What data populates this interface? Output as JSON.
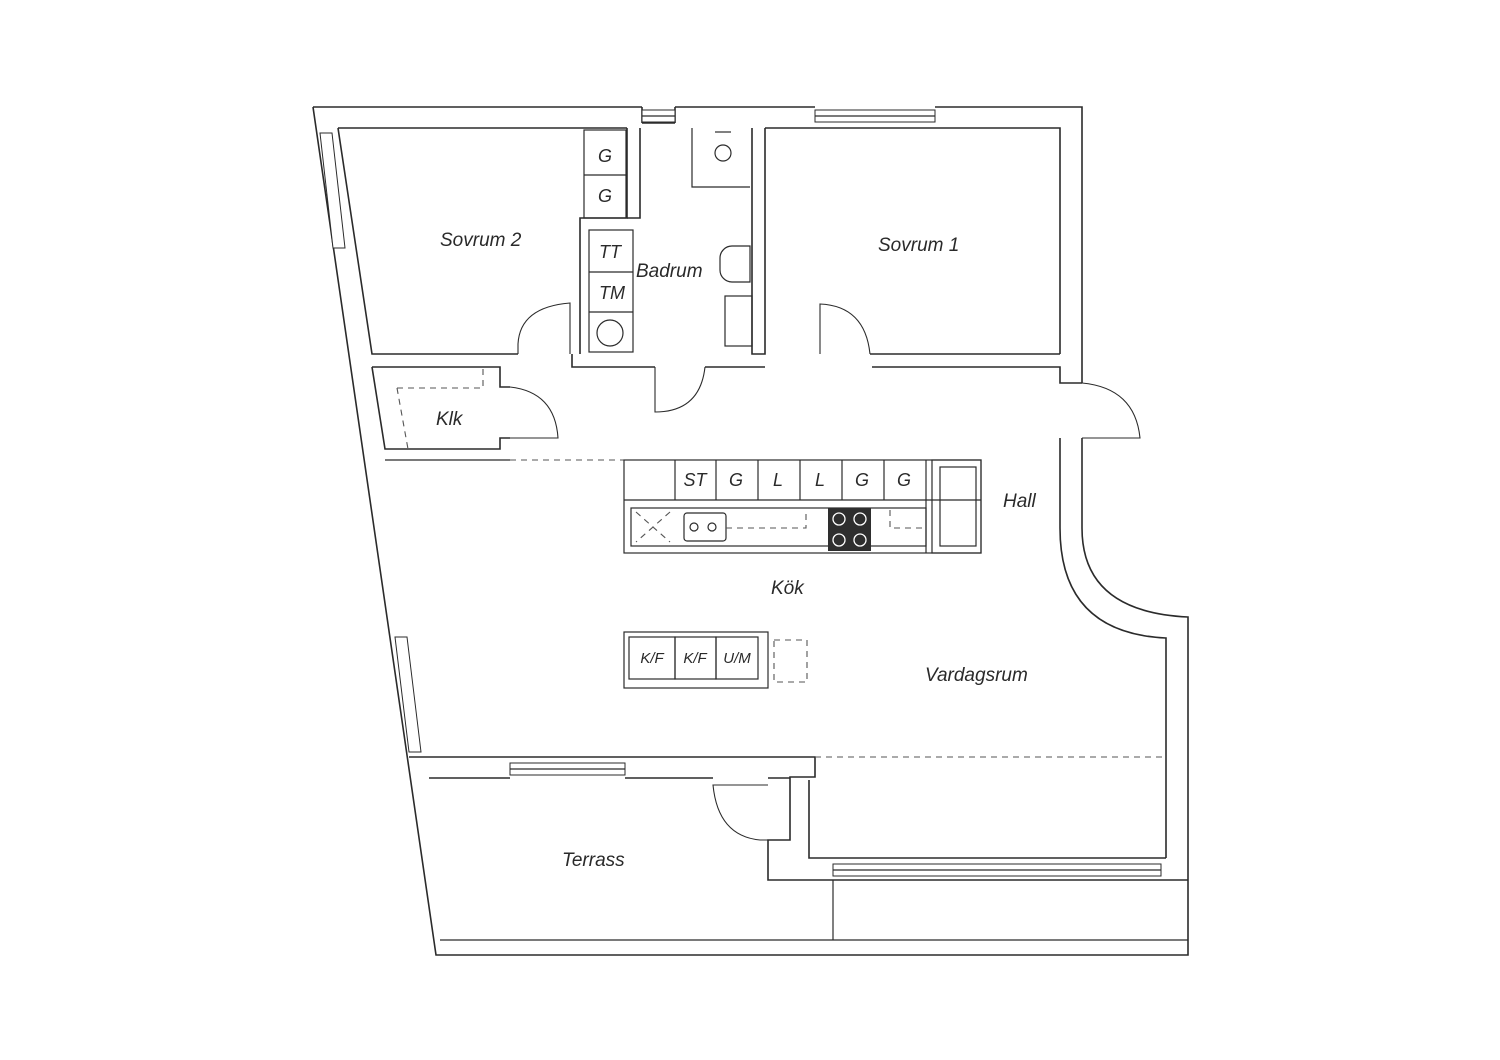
{
  "rooms": {
    "sovrum2": "Sovrum 2",
    "badrum": "Badrum",
    "sovrum1": "Sovrum 1",
    "klk": "Klk",
    "hall": "Hall",
    "kok": "Kök",
    "vardagsrum": "Vardagsrum",
    "terrass": "Terrass"
  },
  "fixtures": {
    "bedroom2_wardrobes": [
      "G",
      "G"
    ],
    "bath_appliances": [
      "TT",
      "TM"
    ],
    "kitchen_cabinets": [
      "ST",
      "G",
      "L",
      "L",
      "G",
      "G"
    ],
    "island_units": [
      "K/F",
      "K/F",
      "U/M"
    ]
  }
}
